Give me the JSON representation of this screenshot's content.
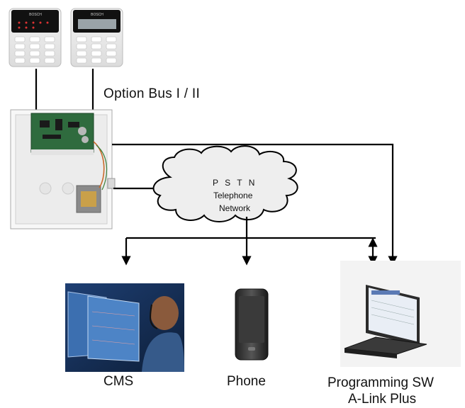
{
  "keypads": [
    {
      "brand": "BOSCH",
      "display": "led"
    },
    {
      "brand": "BOSCH",
      "display": "lcd"
    }
  ],
  "option_bus": {
    "label": "Option Bus I / II"
  },
  "network": {
    "line1": "P S T N",
    "line2": "Telephone",
    "line3": "Network"
  },
  "endpoints": {
    "cms": {
      "label": "CMS"
    },
    "phone": {
      "label": "Phone"
    },
    "programming": {
      "label_line1": "Programming SW",
      "label_line2": "A-Link Plus"
    }
  },
  "colors": {
    "line": "#000000",
    "cloud_fill": "#eeeeee",
    "panel_board": "#2f6b3e",
    "screen_blue": "#3c6fb0"
  }
}
